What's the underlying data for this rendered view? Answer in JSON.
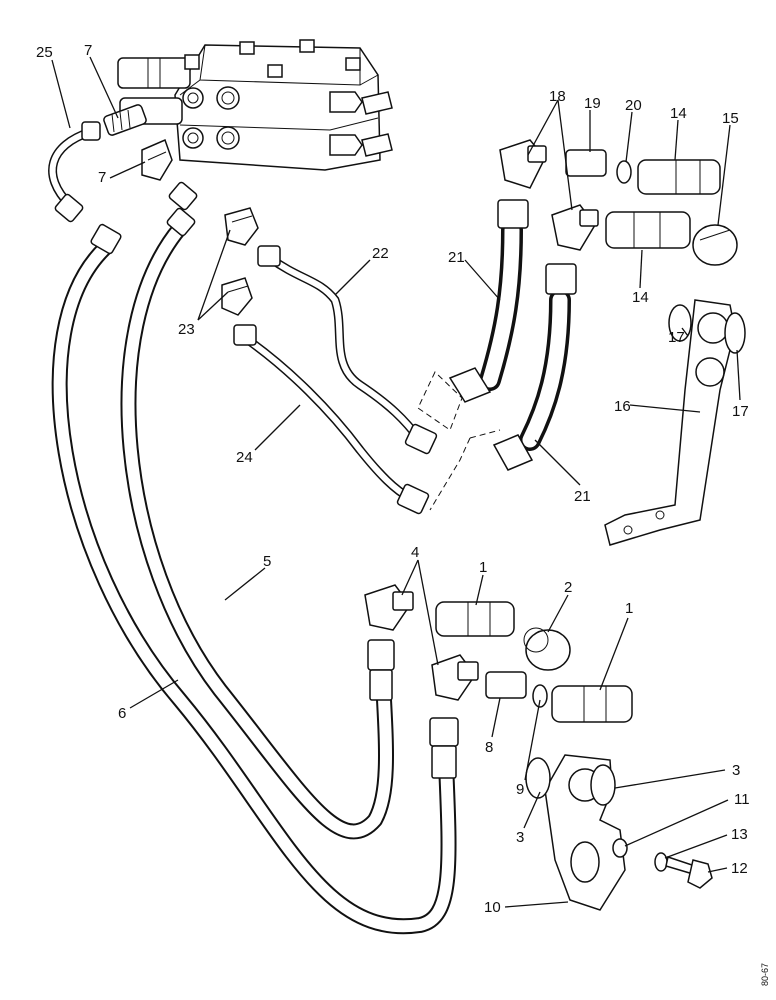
{
  "labels": {
    "l1a": "1",
    "l1b": "1",
    "l2": "2",
    "l3a": "3",
    "l3b": "3",
    "l4": "4",
    "l5": "5",
    "l6": "6",
    "l7a": "7",
    "l7b": "7",
    "l8": "8",
    "l9": "9",
    "l10": "10",
    "l11": "11",
    "l12": "12",
    "l13": "13",
    "l14a": "14",
    "l14b": "14",
    "l15": "15",
    "l16": "16",
    "l17a": "17",
    "l17b": "17",
    "l18": "18",
    "l19": "19",
    "l20": "20",
    "l21a": "21",
    "l21b": "21",
    "l22": "22",
    "l23": "23",
    "l24": "24",
    "l25": "25"
  },
  "drawing_code": "80-67"
}
